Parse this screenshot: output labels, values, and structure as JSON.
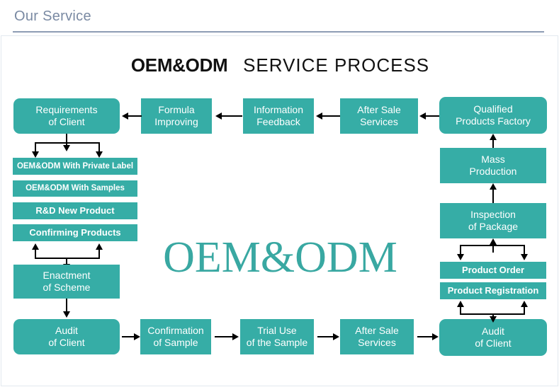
{
  "header": {
    "title": "Our Service"
  },
  "diagram": {
    "title_bold": "OEM&ODM",
    "title_regular": "SERVICE PROCESS",
    "watermark": "OEM&ODM",
    "colors": {
      "box_teal": "#36ada6",
      "watermark_teal": "#39a8a2",
      "header_text": "#7a8aa3",
      "header_rule": "#8d9cb4",
      "box_text": "#ffffff",
      "connector": "#000000"
    },
    "boxes": {
      "requirements_of_client": "Requirements\nof Client",
      "requirements_of_client_l1": "Requirements",
      "requirements_of_client_l2": "of Client",
      "formula_improving_l1": "Formula",
      "formula_improving_l2": "Improving",
      "information_feedback_l1": "Information",
      "information_feedback_l2": "Feedback",
      "after_sale_services_top_l1": "After Sale",
      "after_sale_services_top_l2": "Services",
      "qualified_products_factory_l1": "Qualified",
      "qualified_products_factory_l2": "Products Factory",
      "oem_odm_private_label": "OEM&ODM With Private Label",
      "oem_odm_with_samples": "OEM&ODM With Samples",
      "rd_new_product": "R&D New Product",
      "confirming_products": "Confirming Products",
      "enactment_of_scheme_l1": "Enactment",
      "enactment_of_scheme_l2": "of Scheme",
      "audit_of_client_left_l1": "Audit",
      "audit_of_client_left_l2": "of Client",
      "confirmation_of_sample_l1": "Confirmation",
      "confirmation_of_sample_l2": "of Sample",
      "trial_use_of_the_sample_l1": "Trial Use",
      "trial_use_of_the_sample_l2": "of the Sample",
      "after_sale_services_bottom_l1": "After Sale",
      "after_sale_services_bottom_l2": "Services",
      "audit_of_client_right_l1": "Audit",
      "audit_of_client_right_l2": "of Client",
      "mass_production_l1": "Mass",
      "mass_production_l2": "Production",
      "inspection_of_package_l1": "Inspection",
      "inspection_of_package_l2": "of Package",
      "product_order": "Product Order",
      "product_registration": "Product Registration"
    }
  }
}
